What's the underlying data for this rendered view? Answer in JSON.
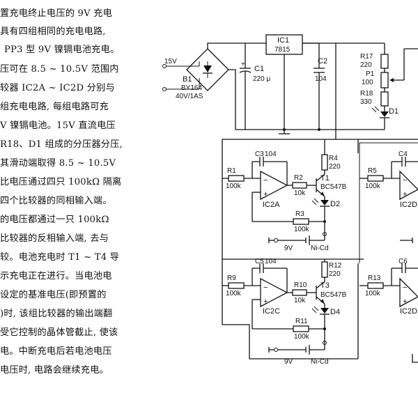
{
  "article": {
    "lines": [
      "置充电终止电压的 9V 充电",
      "具有四组相同的充电电路,",
      "PP3 型 9V 镍镉电池充电。",
      "压可在 8.5 ~ 10.5V 范围内",
      "较器 IC2A ~ IC2D 分别与",
      "组充电电路, 每组电路可充",
      "V 镍镉电池。15V 直流电压",
      "R18、D1 组成的分压器分压,",
      "其滑动端取得 8.5 ~ 10.5V",
      "比电压通过四只 100kΩ 隔离",
      "四个比较器的同相输入端。",
      "的电压都通过一只 100kΩ",
      "比较器的反相输入端, 去与",
      "较。电池充电时 T1 ~ T4 导",
      "示充电正在进行。当电池电",
      "设定的基准电压(即预置的",
      ")时, 该组比较器的输出端翻",
      "受它控制的晶体管截止, 使该",
      "电。中断充电后若电池电压",
      "电压时, 电路会继续充电。"
    ]
  },
  "schematic": {
    "supply": {
      "v15": "15V",
      "b1_ref": "B1",
      "b1_part": "BY164",
      "b1_rating": "40V/1AS",
      "c1_ref": "C1",
      "c1_val": "220 μ",
      "ic1_ref": "IC1",
      "ic1_part": "7815",
      "c2_ref": "C2",
      "c2_val": "104"
    },
    "divider": {
      "r17_ref": "R17",
      "r17_val": "220",
      "p1_ref": "P1",
      "p1_val": "100",
      "r18_ref": "R18",
      "r18_val": "330",
      "d1_ref": "D1"
    },
    "ch_a": {
      "c3_ref": "C3",
      "c3_val": "104",
      "r4_ref": "R4",
      "r4_val": "220",
      "r1_ref": "R1",
      "r1_val": "100k",
      "r2_ref": "R2",
      "r2_val": "10k",
      "t1_ref": "T1",
      "t1_part": "BC547B",
      "ic_ref": "IC2A",
      "d2_ref": "D2",
      "r3_ref": "R3",
      "r3_val": "100k",
      "batt_v": "9V",
      "batt_type": "Ni-Cd"
    },
    "ch_b": {
      "c4_ref": "C4",
      "r5_ref": "R5",
      "r5_val": "100k",
      "ic_ref": "IC2D"
    },
    "ch_c": {
      "c5_ref": "C5",
      "c5_val": "104",
      "r12_ref": "R12",
      "r12_val": "220",
      "r9_ref": "R9",
      "r9_val": "100k",
      "r10_ref": "R10",
      "r10_val": "10k",
      "t3_ref": "T3",
      "t3_part": "BC547B",
      "ic_ref": "IC2C",
      "d4_ref": "D4",
      "r11_ref": "R11",
      "r11_val": "100k",
      "batt_v": "9V",
      "batt_type": "Ni-Cd"
    },
    "ch_d": {
      "c6_ref": "C6",
      "r13_ref": "R13",
      "r13_val": "100k",
      "ic_ref": "IC2D"
    }
  }
}
